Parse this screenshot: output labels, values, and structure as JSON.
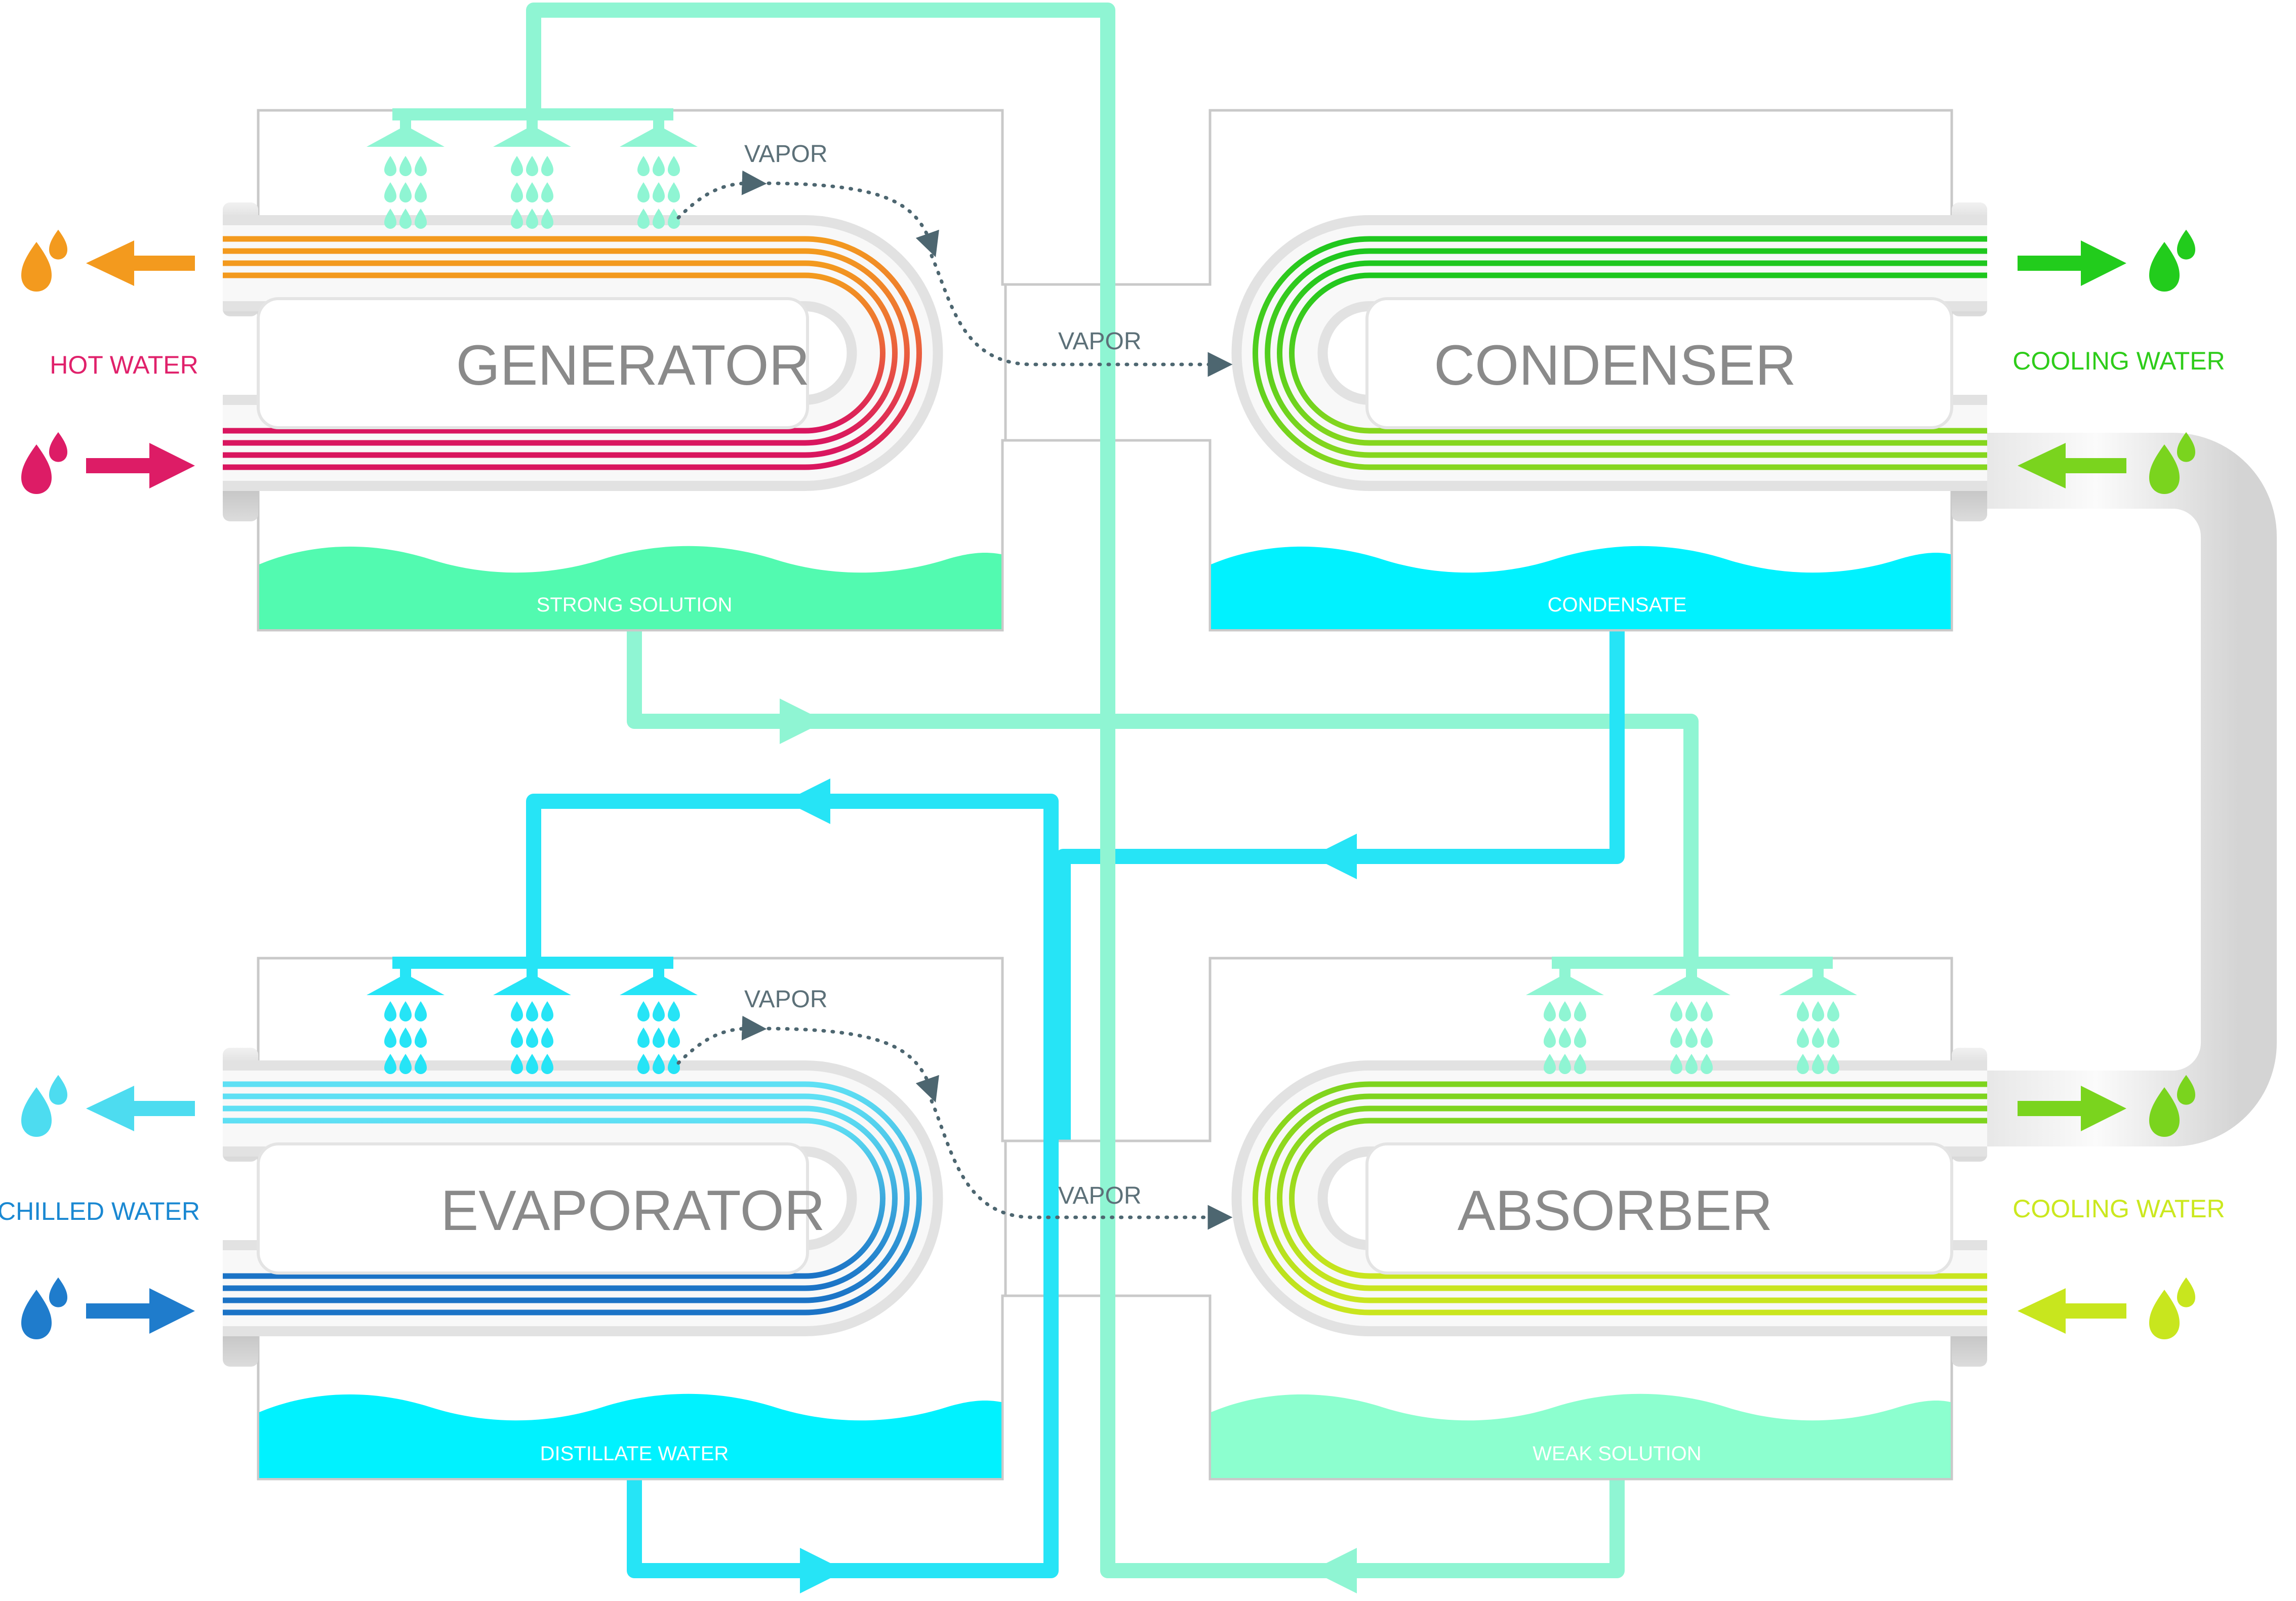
{
  "vessels": {
    "generator": {
      "title": "GENERATOR",
      "liquid": "STRONG SOLUTION"
    },
    "condenser": {
      "title": "CONDENSER",
      "liquid": "CONDENSATE"
    },
    "evaporator": {
      "title": "EVAPORATOR",
      "liquid": "DISTILLATE WATER"
    },
    "absorber": {
      "title": "ABSORBER",
      "liquid": "WEAK SOLUTION"
    }
  },
  "vapor_labels": {
    "gen_spray": "VAPOR",
    "gen_to_cond": "VAPOR",
    "evap_spray": "VAPOR",
    "evap_to_abs": "VAPOR"
  },
  "side_labels": {
    "hot_water": "HOT WATER",
    "cooling_water_top": "COOLING WATER",
    "chilled_water": "CHILLED WATER",
    "cooling_water_bottom": "COOLING WATER"
  },
  "icons": {
    "spray": "spray-nozzle-icon",
    "droplet": "water-drop-icon",
    "arrow": "flow-arrow-icon"
  },
  "colors": {
    "hot_out": "#f39a1e",
    "hot_in": "#dd1c66",
    "cool_out": "#22cc1c",
    "cool_mid": "#7ad41e",
    "cool_in": "#c8e61e",
    "chilled_out": "#4ddcf0",
    "chilled_in": "#1f7ccc",
    "solution_strong": "#52fab0",
    "condensate": "#00f2ff",
    "weak_solution": "#8cffcf",
    "pipe_mint": "#8ff5d3",
    "pipe_cyan": "#26e4f6",
    "vessel_border": "#c9c9c9",
    "vapor_dots": "#4d6670",
    "hot_label": "#e0216b",
    "cool_label": "#2ecc1a",
    "chilled_label": "#1a88d2",
    "cool_label_bottom": "#cbe81f"
  }
}
